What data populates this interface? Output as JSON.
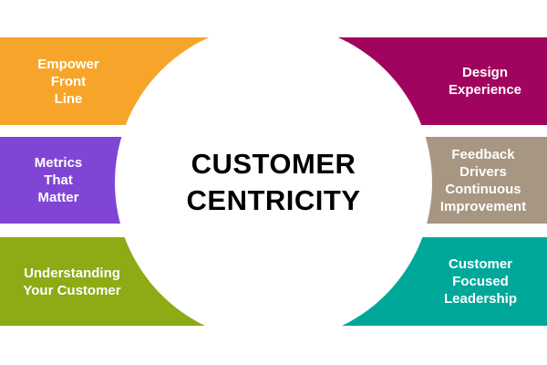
{
  "title": {
    "text": "CUSTOMER\nCENTRICITY",
    "color": "#000000"
  },
  "center_circle": {
    "color": "#FFFFFF"
  },
  "label_text_color": "#FFFFFF",
  "segments": [
    {
      "name": "empower-front-line",
      "side": "left",
      "position": "top",
      "label": "Empower\nFront\nLine",
      "color": "#F7A52A"
    },
    {
      "name": "metrics-that-matter",
      "side": "left",
      "position": "middle",
      "label": "Metrics\nThat\nMatter",
      "color": "#8145D6"
    },
    {
      "name": "understanding-your-customer",
      "side": "left",
      "position": "bottom",
      "label": "Understanding\nYour Customer",
      "color": "#8CAB15"
    },
    {
      "name": "design-experience",
      "side": "right",
      "position": "top",
      "label": "Design\nExperience",
      "color": "#A1045E"
    },
    {
      "name": "feedback-drivers-continuous-improvement",
      "side": "right",
      "position": "middle",
      "label": "Feedback\nDrivers\nContinuous\nImprovement",
      "color": "#A79681"
    },
    {
      "name": "customer-focused-leadership",
      "side": "right",
      "position": "bottom",
      "label": "Customer\nFocused\nLeadership",
      "color": "#00A89A"
    }
  ]
}
